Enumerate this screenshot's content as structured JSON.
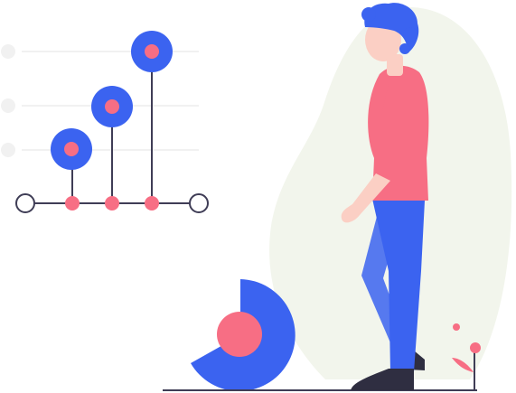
{
  "colors": {
    "blue": "#3b63f0",
    "pink": "#f76e84",
    "dark": "#3f3d56",
    "blob": "#f2f5ec",
    "grid": "#f1f1f1",
    "skin": "#fbcfc4",
    "hair": "#3b63f0",
    "shirt": "#f76e84",
    "pants": "#3b63f0",
    "shoe": "#2f2e41"
  },
  "illustration": {
    "subject": "person-walking-past-lollipop-chart",
    "stems": [
      {
        "stem": "short",
        "level": "low"
      },
      {
        "stem": "medium",
        "level": "mid"
      },
      {
        "stem": "tall",
        "level": "high"
      }
    ]
  }
}
